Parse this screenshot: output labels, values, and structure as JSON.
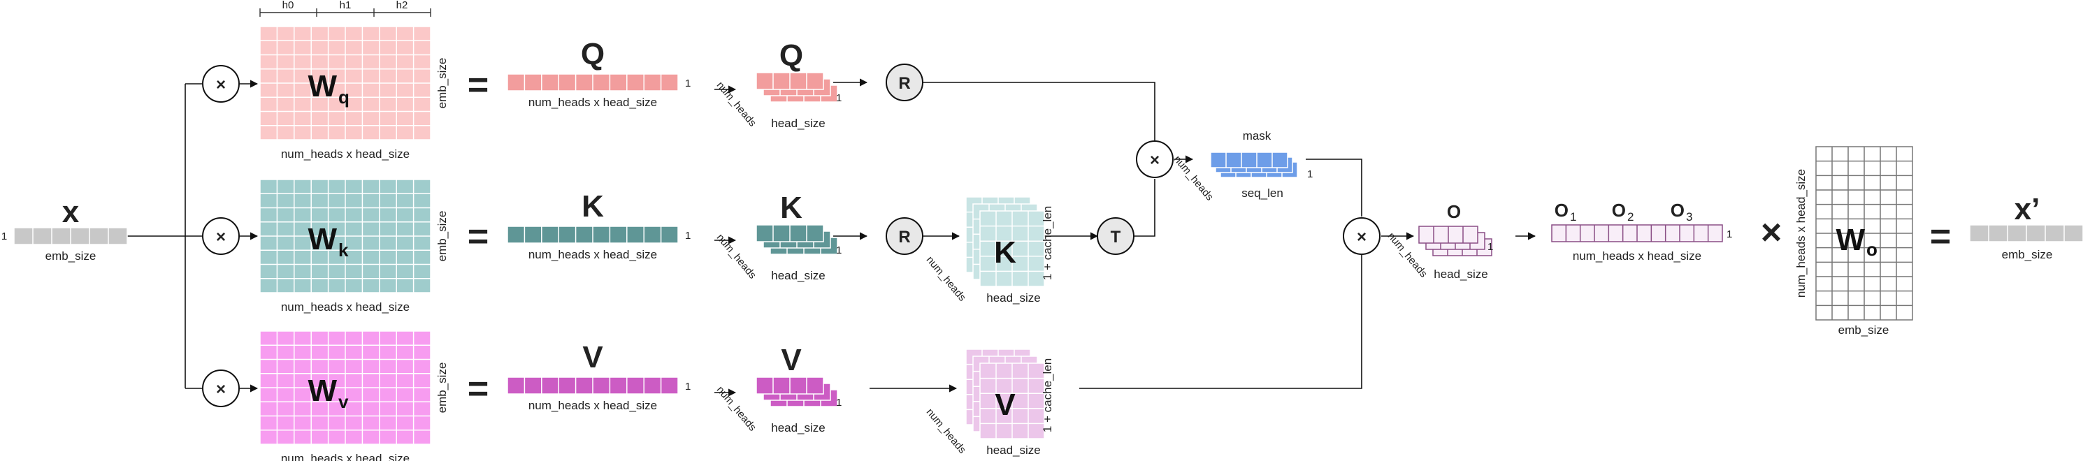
{
  "labels": {
    "x": "x",
    "x_prime": "x’",
    "one": "1",
    "emb_size": "emb_size",
    "num_heads": "num_heads",
    "head_size": "head_size",
    "nh_x_hs": "num_heads x head_size",
    "seq_len": "seq_len",
    "cache_len": "1 + cache_len",
    "mask": "mask",
    "h0": "h0",
    "h1": "h1",
    "h2": "h2",
    "Q": "Q",
    "K": "K",
    "V": "V",
    "O": "O",
    "O1": "O",
    "O1_sub": "1",
    "O2": "O",
    "O2_sub": "2",
    "O3": "O",
    "O3_sub": "3",
    "W": "W",
    "Wq_sub": "q",
    "Wk_sub": "k",
    "Wv_sub": "v",
    "Wo_sub": "o",
    "mul": "×",
    "eq": "=",
    "R": "R",
    "T": "T"
  },
  "colors": {
    "x": "#c8c8c8",
    "q_matrix": "#fbc8c8",
    "q_vector": "#f29d9d",
    "k_matrix": "#9fcccc",
    "k_vector": "#5f9696",
    "k_light": "#c8e4e4",
    "v_matrix": "#f79cf0",
    "v_vector": "#cc5cc4",
    "v_light": "#ecc6ea",
    "mask": "#6d9de8",
    "o_fill": "#f8eef8",
    "o_stroke": "#8a4f86",
    "op_fill": "#e8e8e8"
  }
}
